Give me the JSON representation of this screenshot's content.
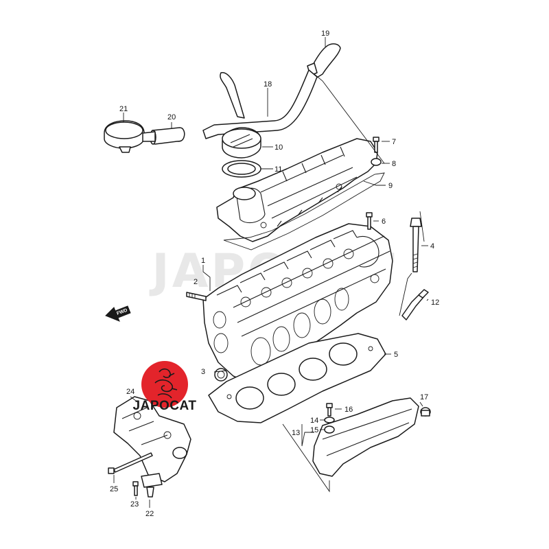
{
  "watermark": {
    "text": "JAPOCAT"
  },
  "logo": {
    "text": "JAPOCAT",
    "color": "#e3242b"
  },
  "direction_arrow": {
    "text": "FWD"
  },
  "callouts": [
    {
      "id": "1",
      "text": "1"
    },
    {
      "id": "2",
      "text": "2"
    },
    {
      "id": "3",
      "text": "3"
    },
    {
      "id": "4",
      "text": "4"
    },
    {
      "id": "5",
      "text": "5"
    },
    {
      "id": "6",
      "text": "6"
    },
    {
      "id": "7",
      "text": "7"
    },
    {
      "id": "8",
      "text": "8"
    },
    {
      "id": "9",
      "text": "9"
    },
    {
      "id": "10",
      "text": "10"
    },
    {
      "id": "11",
      "text": "11"
    },
    {
      "id": "12",
      "text": "12"
    },
    {
      "id": "13",
      "text": "13"
    },
    {
      "id": "14",
      "text": "14"
    },
    {
      "id": "15",
      "text": "15"
    },
    {
      "id": "16",
      "text": "16"
    },
    {
      "id": "17",
      "text": "17"
    },
    {
      "id": "18",
      "text": "18"
    },
    {
      "id": "19",
      "text": "19"
    },
    {
      "id": "20",
      "text": "20"
    },
    {
      "id": "21",
      "text": "21"
    },
    {
      "id": "22",
      "text": "22"
    },
    {
      "id": "23",
      "text": "23"
    },
    {
      "id": "24",
      "text": "24"
    },
    {
      "id": "25",
      "text": "25"
    }
  ]
}
